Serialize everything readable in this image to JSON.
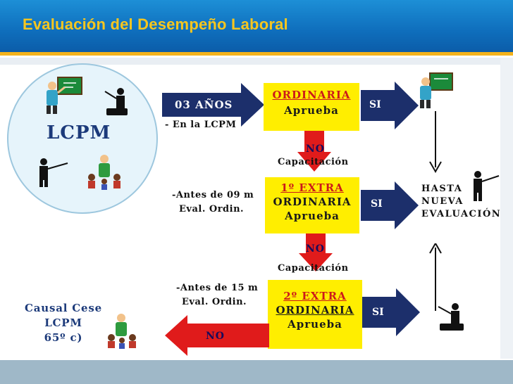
{
  "slide": {
    "title": "Evaluación del Desempeño Laboral"
  },
  "circle": {
    "label": "LCPM"
  },
  "row1": {
    "arrow_label": "03 AÑOS",
    "sub_label": "- En la LCPM",
    "box_line1": "ORDINARIA",
    "box_line2": "Aprueba",
    "si_label": "SI"
  },
  "flow1": {
    "no_label": "NO",
    "capacitacion": "Capacitación"
  },
  "row2": {
    "note_line1": "-Antes de 09 m",
    "note_line2": "Eval. Ordin.",
    "box_line1": "1º EXTRA",
    "box_line2": "ORDINARIA",
    "box_line3": "Aprueba",
    "si_label": "SI"
  },
  "flow2": {
    "no_label": "NO",
    "capacitacion": "Capacitación"
  },
  "row3": {
    "note_line1": "-Antes de 15 m",
    "note_line2": "Eval. Ordin.",
    "box_line1": "2º EXTRA",
    "box_line2": "ORDINARIA",
    "box_line3": "Aprueba",
    "si_label": "SI"
  },
  "result": {
    "line1": "HASTA",
    "line2": "NUEVA",
    "line3": "EVALUACIÓN"
  },
  "cese": {
    "line1": "Causal Cese",
    "line2": "LCPM",
    "line3": "65º c)",
    "no_label": "NO"
  },
  "colors": {
    "header": "#0f6fbd",
    "title": "#f6c61f",
    "box": "#ffee00",
    "navy": "#1c2f6b",
    "red": "#e01b1b"
  }
}
